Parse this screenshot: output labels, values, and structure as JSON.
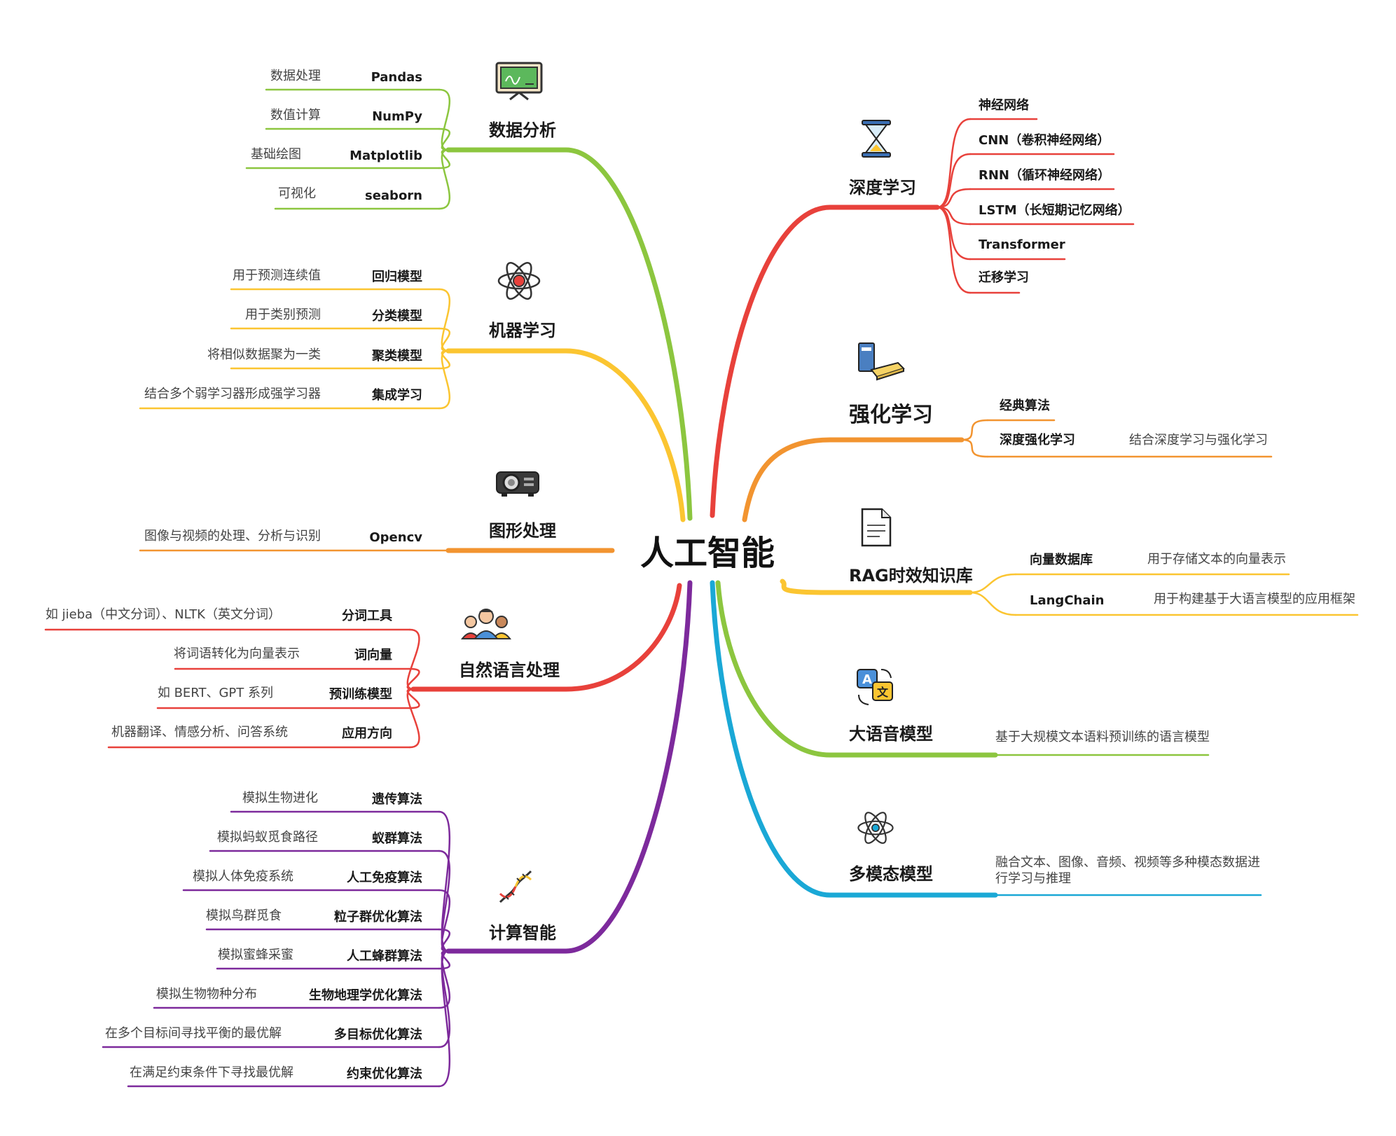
{
  "center": "人工智能",
  "left": [
    {
      "name": "数据分析",
      "color": "#8cc63f",
      "icon": "chalkboard-icon",
      "children": [
        {
          "label": "Pandas",
          "note": "数据处理"
        },
        {
          "label": "NumPy",
          "note": "数值计算"
        },
        {
          "label": "Matplotlib",
          "note": "基础绘图"
        },
        {
          "label": "seaborn",
          "note": "可视化"
        }
      ]
    },
    {
      "name": "机器学习",
      "color": "#fbc531",
      "icon": "atom-icon",
      "children": [
        {
          "label": "回归模型",
          "note": "用于预测连续值"
        },
        {
          "label": "分类模型",
          "note": "用于类别预测"
        },
        {
          "label": "聚类模型",
          "note": "将相似数据聚为一类"
        },
        {
          "label": "集成学习",
          "note": "结合多个弱学习器形成强学习器"
        }
      ]
    },
    {
      "name": "图形处理",
      "color": "#f29430",
      "icon": "projector-icon",
      "children": [
        {
          "label": "Opencv",
          "note": "图像与视频的处理、分析与识别"
        }
      ]
    },
    {
      "name": "自然语言处理",
      "color": "#e8413b",
      "icon": "people-icon",
      "children": [
        {
          "label": "分词工具",
          "note": "如 jieba（中文分词）、NLTK（英文分词）"
        },
        {
          "label": "词向量",
          "note": "将词语转化为向量表示"
        },
        {
          "label": "预训练模型",
          "note": "如 BERT、GPT 系列"
        },
        {
          "label": "应用方向",
          "note": "机器翻译、情感分析、问答系统"
        }
      ]
    },
    {
      "name": "计算智能",
      "color": "#7d2a9c",
      "icon": "dna-icon",
      "children": [
        {
          "label": "遗传算法",
          "note": "模拟生物进化"
        },
        {
          "label": "蚁群算法",
          "note": "模拟蚂蚁觅食路径"
        },
        {
          "label": "人工免疫算法",
          "note": "模拟人体免疫系统"
        },
        {
          "label": "粒子群优化算法",
          "note": "模拟鸟群觅食"
        },
        {
          "label": "人工蜂群算法",
          "note": "模拟蜜蜂采蜜"
        },
        {
          "label": "生物地理学优化算法",
          "note": "模拟生物物种分布"
        },
        {
          "label": "多目标优化算法",
          "note": "在多个目标间寻找平衡的最优解"
        },
        {
          "label": "约束优化算法",
          "note": "在满足约束条件下寻找最优解"
        }
      ]
    }
  ],
  "right": [
    {
      "name": "深度学习",
      "color": "#e8413b",
      "icon": "hourglass-icon",
      "children": [
        {
          "label": "神经网络"
        },
        {
          "label": "CNN（卷积神经网络）"
        },
        {
          "label": "RNN（循环神经网络）"
        },
        {
          "label": "LSTM（长短期记忆网络）"
        },
        {
          "label": "Transformer"
        },
        {
          "label": "迁移学习"
        }
      ]
    },
    {
      "name": "强化学习",
      "color": "#f29430",
      "icon": "books-icon",
      "children": [
        {
          "label": "经典算法",
          "note": ""
        },
        {
          "label": "深度强化学习",
          "note": "结合深度学习与强化学习"
        }
      ]
    },
    {
      "name": "RAG时效知识库",
      "color": "#fbc531",
      "icon": "document-icon",
      "children": [
        {
          "label": "向量数据库",
          "note": "用于存储文本的向量表示"
        },
        {
          "label": "LangChain",
          "note": "用于构建基于大语言模型的应用框架"
        }
      ]
    },
    {
      "name": "大语音模型",
      "color": "#8cc63f",
      "icon": "translate-icon",
      "note": "基于大规模文本语料预训练的语言模型"
    },
    {
      "name": "多模态模型",
      "color": "#1aa8d6",
      "icon": "atom-icon",
      "note": "融合文本、图像、音频、视频等多种模态数据进行学习与推理"
    }
  ]
}
